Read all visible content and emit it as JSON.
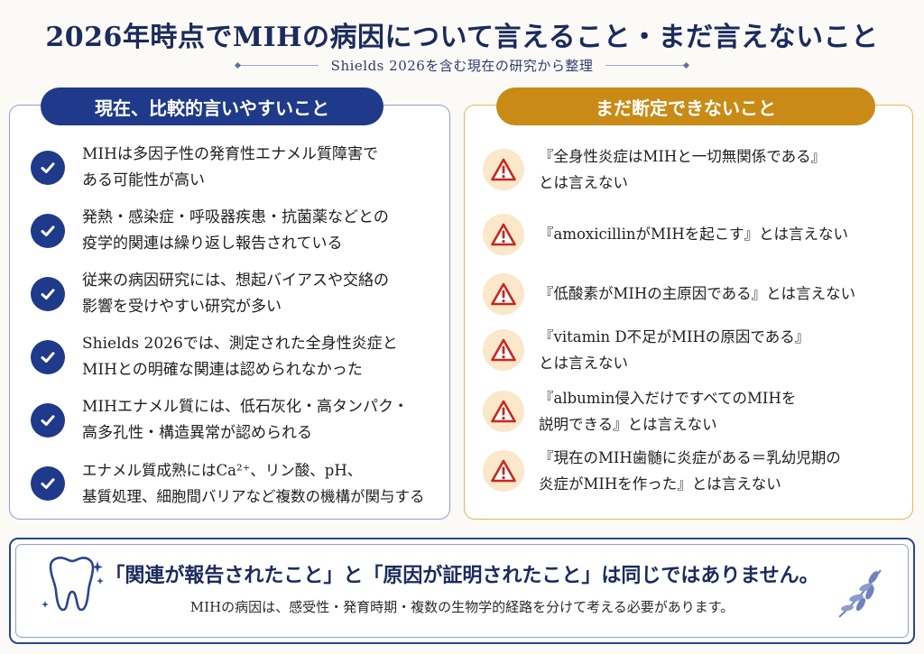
{
  "title": "2026年時点でMIHの病因について言えること・まだ言えないこと",
  "subtitle": "Shields 2026を含む現在の研究から整理",
  "left_panel": {
    "heading": "現在、比較的言いやすいこと",
    "icon": "check-circle-icon",
    "items": [
      {
        "line1": "MIHは多因子性の発育性エナメル質障害で",
        "line2": "ある可能性が高い"
      },
      {
        "line1": "発熱・感染症・呼吸器疾患・抗菌薬などとの",
        "line2": "疫学的関連は繰り返し報告されている"
      },
      {
        "line1": "従来の病因研究には、想起バイアスや交絡の",
        "line2": "影響を受けやすい研究が多い"
      },
      {
        "line1": "Shields 2026では、測定された全身性炎症と",
        "line2": "MIHとの明確な関連は認められなかった"
      },
      {
        "line1": "MIHエナメル質には、低石灰化・高タンパク・",
        "line2": "高多孔性・構造異常が認められる"
      },
      {
        "line1": "エナメル質成熟にはCa²⁺、リン酸、pH、",
        "line2": "基質処理、細胞間バリアなど複数の機構が関与する"
      }
    ]
  },
  "right_panel": {
    "heading": "まだ断定できないこと",
    "icon": "warning-triangle-icon",
    "items": [
      {
        "line1": "『全身性炎症はMIHと一切無関係である』",
        "line2": "とは言えない"
      },
      {
        "line1": "『amoxicillinがMIHを起こす』とは言えない",
        "line2": ""
      },
      {
        "line1": "『低酸素がMIHの主原因である』とは言えない",
        "line2": ""
      },
      {
        "line1": "『vitamin D不足がMIHの原因である』",
        "line2": "とは言えない"
      },
      {
        "line1": "『albumin侵入だけですべてのMIHを",
        "line2": "説明できる』とは言えない"
      },
      {
        "line1": "『現在のMIH歯髄に炎症がある＝乳幼児期の",
        "line2": "炎症がMIHを作った』とは言えない"
      }
    ]
  },
  "bottom": {
    "main": "「関連が報告されたこと」と「原因が証明されたこと」は同じではありません。",
    "sub": "MIHの病因は、感受性・発育時期・複数の生物学的経路を分けて考える必要があります。",
    "left_icon": "tooth-icon",
    "right_icon": "leaf-branch-icon"
  },
  "colors": {
    "navy": "#1f3a8a",
    "gold": "#c98b16",
    "warning_red": "#c8281e",
    "warning_bg": "#fbe7c9"
  }
}
